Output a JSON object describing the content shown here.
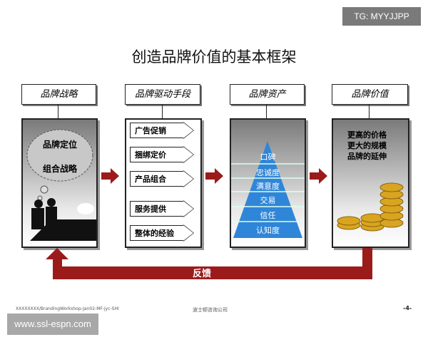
{
  "watermarks": {
    "top": "TG: MYYJJPP",
    "bottom": "www.ssl-espn.com"
  },
  "title": "创造品牌价值的基本框架",
  "columns": [
    {
      "header": "品牌战略",
      "cloud": [
        "品牌定位",
        "组合战略"
      ]
    },
    {
      "header": "品牌驱动手段",
      "items": [
        "广告促销",
        "捆绑定价",
        "产品组合",
        "服务提供",
        "整体的经验"
      ]
    },
    {
      "header": "品牌资产",
      "pyramid": [
        "口碑",
        "忠诚度",
        "满意度",
        "交易",
        "信任",
        "认知度"
      ]
    },
    {
      "header": "品牌价值",
      "text": [
        "更高的价格",
        "更大的规模",
        "品牌的延伸"
      ]
    }
  ],
  "feedback": "反馈",
  "footer": {
    "left": "XXXXXXXX/BrandingWorkshop-Jan02-MF-jyc-SHI",
    "center": "波士顿咨询公司",
    "page": "-4-"
  },
  "colors": {
    "arrow": "#9b1b1b",
    "pyramid": "#2f86d8"
  }
}
